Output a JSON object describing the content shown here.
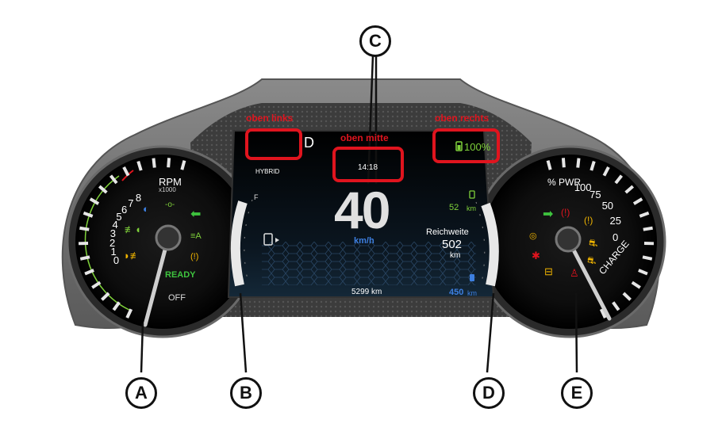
{
  "callouts": {
    "a": "A",
    "b": "B",
    "c": "C",
    "d": "D",
    "e": "E"
  },
  "zones": {
    "top_left": "oben links",
    "top_center": "oben mitte",
    "top_right": "oben rechts"
  },
  "display": {
    "gear": "D",
    "drive_mode": "HYBRID",
    "clock": "14:18",
    "speed": "40",
    "speed_unit": "km/h",
    "battery_percent": "100%",
    "ev_range": "52",
    "ev_range_unit": "km",
    "range_label": "Reichweite",
    "range_value": "502",
    "range_unit": "km",
    "odometer": "5299 km",
    "fuel_range": "450",
    "fuel_range_unit": "km",
    "fuel_full_mark": "F"
  },
  "tach": {
    "title": "RPM",
    "subtitle": "x1000",
    "scale": [
      "0",
      "1",
      "2",
      "3",
      "4",
      "5",
      "6",
      "7",
      "8"
    ],
    "ready": "READY",
    "off": "OFF"
  },
  "power": {
    "title": "% PWR",
    "scale": [
      "100",
      "75",
      "50",
      "25",
      "0"
    ],
    "charge": "CHARGE"
  },
  "colors": {
    "red_marker": "#e0141e",
    "ready_green": "#3ec43e",
    "ev_green": "#7fd13a",
    "speed_blue": "#3d7fe0",
    "warning_amber": "#f0b400",
    "warning_red": "#e0141e"
  },
  "icons": [
    "low-beam-icon",
    "parking-lights-icon",
    "turn-signal-left-icon",
    "front-fog-icon",
    "high-beam-assist-icon",
    "rear-fog-icon",
    "low-beam-auto-icon",
    "tire-pressure-icon",
    "fuel-pump-icon",
    "turn-signal-right-icon",
    "brake-warning-icon",
    "general-warning-icon",
    "abs-icon",
    "stability-control-icon",
    "airbag-icon",
    "check-engine-icon",
    "seatbelt-icon",
    "stability-off-icon",
    "battery-icon"
  ]
}
